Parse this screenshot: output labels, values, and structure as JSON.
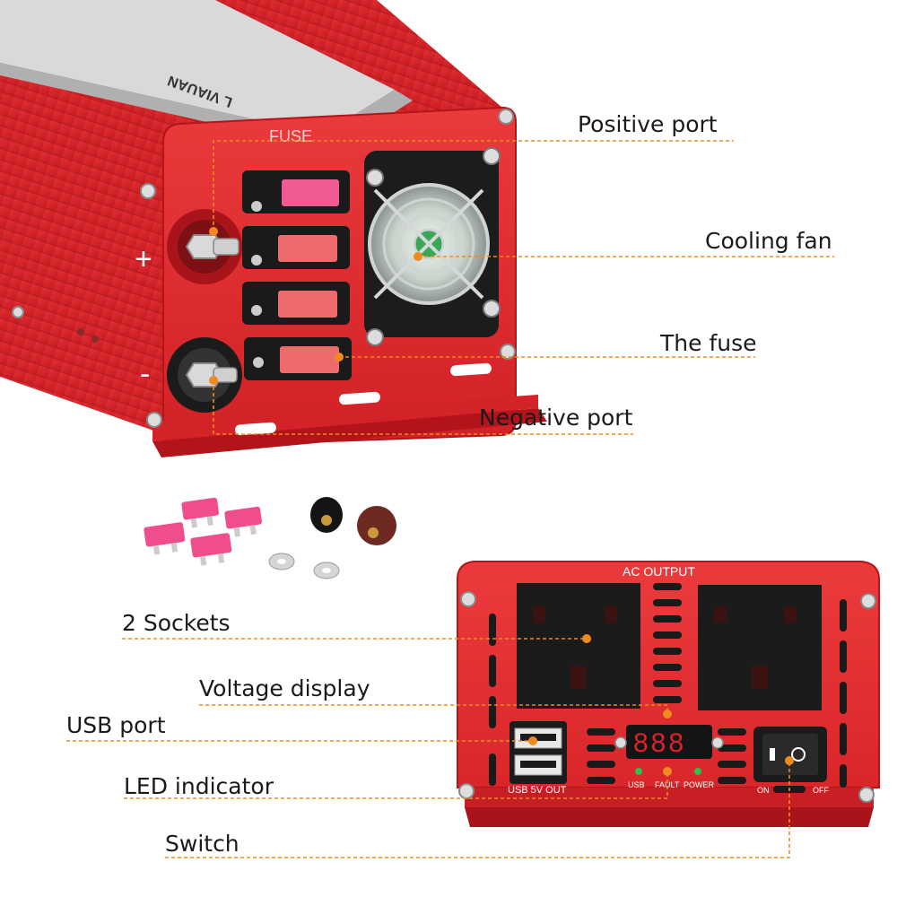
{
  "callouts": {
    "positive_port": "Positive  port",
    "cooling_fan": "Cooling fan",
    "the_fuse": "The fuse",
    "negative_port": "Negative port",
    "sockets": "2 Sockets",
    "voltage_display": "Voltage display",
    "usb_port": "USB port",
    "led_indicator": "LED indicator",
    "switch": "Switch"
  },
  "device_top": {
    "fuse_label": "FUSE",
    "plus_sign": "+",
    "minus_sign": "-"
  },
  "device_front": {
    "ac_output": "AC OUTPUT",
    "usb_output": "USB 5V OUT",
    "display_digits": "888",
    "indicator_usb": "USB",
    "indicator_fault": "FAULT",
    "indicator_power": "POWER",
    "switch_on": "ON",
    "switch_off": "OFF"
  },
  "colors": {
    "body_red": "#e3262b",
    "dark_red": "#b8161b",
    "callout_line": "#f08a1e",
    "callout_dot": "#f08a1e",
    "fuse_pink": "#f04d8c"
  }
}
